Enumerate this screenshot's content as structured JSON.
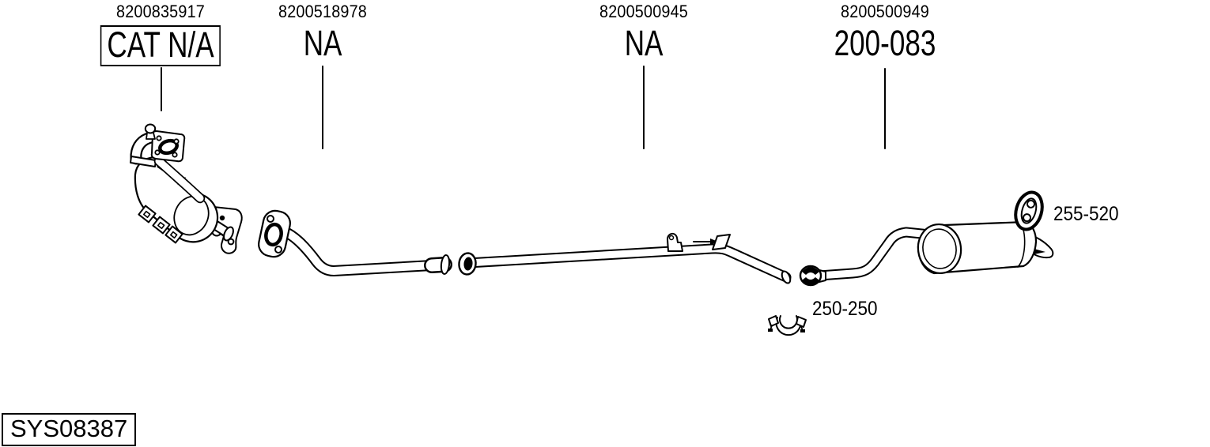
{
  "parts": [
    {
      "part_number": "8200835917",
      "label": "CAT N/A",
      "boxed": true
    },
    {
      "part_number": "8200518978",
      "label": "NA",
      "boxed": false
    },
    {
      "part_number": "8200500945",
      "label": "NA",
      "boxed": false
    },
    {
      "part_number": "8200500949",
      "label": "200-083",
      "boxed": false
    }
  ],
  "mounting_parts": [
    {
      "label": "255-520",
      "icon": "rubber-hanger-icon"
    },
    {
      "label": "250-250",
      "icon": "pipe-clamp-icon"
    }
  ],
  "system_code": "SYS08387",
  "colors": {
    "line": "#000000",
    "background": "#ffffff"
  }
}
